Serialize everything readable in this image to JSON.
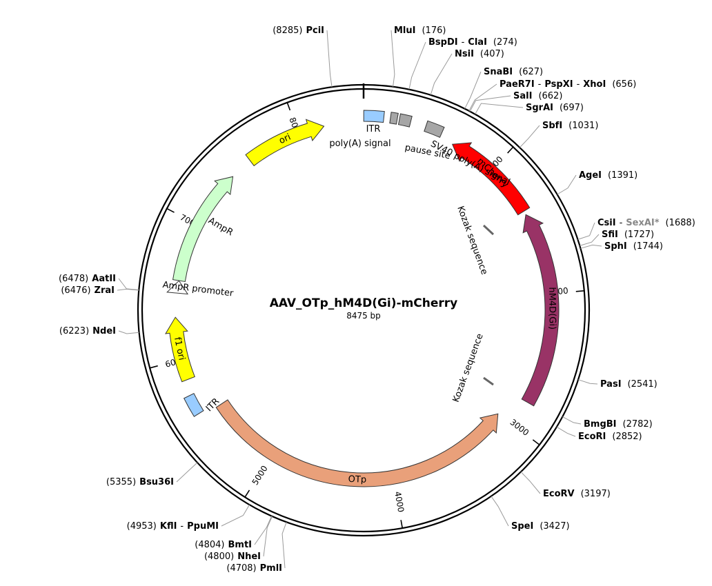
{
  "plasmid": {
    "name": "AAV_OTp_hM4D(Gi)-mCherry",
    "size_label": "8475 bp",
    "length": 8475
  },
  "ticks": [
    {
      "pos": 1000,
      "label": "1000"
    },
    {
      "pos": 2000,
      "label": "2000"
    },
    {
      "pos": 3000,
      "label": "3000"
    },
    {
      "pos": 4000,
      "label": "4000"
    },
    {
      "pos": 5000,
      "label": "5000"
    },
    {
      "pos": 6000,
      "label": "6000"
    },
    {
      "pos": 7000,
      "label": "7000"
    },
    {
      "pos": 8000,
      "label": "8000"
    }
  ],
  "features": [
    {
      "id": "itr1",
      "label": "ITR",
      "start": 1,
      "end": 141,
      "type": "box",
      "color": "#99ccff"
    },
    {
      "id": "polya",
      "label": "poly(A) signal",
      "start": 187,
      "end": 235,
      "type": "box",
      "color": "#a6a6a6"
    },
    {
      "id": "pause",
      "label": "pause site",
      "start": 250,
      "end": 330,
      "type": "box",
      "color": "#a6a6a6"
    },
    {
      "id": "sv40",
      "label": "SV40 poly(A) signal",
      "start": 440,
      "end": 560,
      "type": "box",
      "color": "#a6a6a6"
    },
    {
      "id": "mcherry",
      "label": "mCherry",
      "start": 662,
      "end": 1372,
      "type": "arrow",
      "dir": -1,
      "color": "#ff0000",
      "text_color": "#ffffff"
    },
    {
      "id": "hm4d",
      "label": "hM4D(Gi)",
      "start": 1400,
      "end": 2810,
      "type": "arrow",
      "dir": -1,
      "color": "#993366",
      "text_color": "#ffffff"
    },
    {
      "id": "otp",
      "label": "OTp",
      "start": 3005,
      "end": 5570,
      "type": "arrow",
      "dir": -1,
      "color": "#e9a07a",
      "text_color": "#000000"
    },
    {
      "id": "itr2",
      "label": "ITR",
      "start": 5600,
      "end": 5741,
      "type": "box",
      "color": "#99ccff"
    },
    {
      "id": "f1ori",
      "label": "f1 ori",
      "start": 5850,
      "end": 6306,
      "type": "arrow",
      "dir": 1,
      "color": "#ffff00",
      "text_color": "#000000"
    },
    {
      "id": "ampprom",
      "label": "AmpR promoter",
      "start": 6480,
      "end": 6570,
      "type": "arrow",
      "dir": 1,
      "color": "#ffffff",
      "text_color": "#000000"
    },
    {
      "id": "ampr",
      "label": "AmpR",
      "start": 6571,
      "end": 7431,
      "type": "arrow",
      "dir": 1,
      "color": "#ccffcc",
      "text_color": "#000000"
    },
    {
      "id": "ori",
      "label": "ori",
      "start": 7600,
      "end": 8189,
      "type": "arrow",
      "dir": 1,
      "color": "#ffff00",
      "text_color": "#000000"
    }
  ],
  "kozak": [
    {
      "label": "Kozak sequence",
      "pos": 1378
    },
    {
      "label": "Kozak sequence",
      "pos": 2815
    }
  ],
  "sites": [
    {
      "pos": 8285,
      "parts": [
        {
          "t": "(8285)",
          "c": "pos"
        },
        {
          "t": "PciI",
          "c": "name"
        }
      ]
    },
    {
      "pos": 176,
      "parts": [
        {
          "t": "MluI",
          "c": "name"
        },
        {
          "t": "(176)",
          "c": "pos"
        }
      ]
    },
    {
      "pos": 274,
      "parts": [
        {
          "t": "BspDI",
          "c": "name"
        },
        {
          "t": "-",
          "c": "sep"
        },
        {
          "t": "ClaI",
          "c": "name"
        },
        {
          "t": "(274)",
          "c": "pos"
        }
      ]
    },
    {
      "pos": 407,
      "parts": [
        {
          "t": "NsiI",
          "c": "name"
        },
        {
          "t": "(407)",
          "c": "pos"
        }
      ]
    },
    {
      "pos": 627,
      "parts": [
        {
          "t": "SnaBI",
          "c": "name"
        },
        {
          "t": "(627)",
          "c": "pos"
        }
      ]
    },
    {
      "pos": 656,
      "parts": [
        {
          "t": "PaeR7I",
          "c": "name"
        },
        {
          "t": "-",
          "c": "sep"
        },
        {
          "t": "PspXI",
          "c": "name"
        },
        {
          "t": "-",
          "c": "sep"
        },
        {
          "t": "XhoI",
          "c": "name"
        },
        {
          "t": "(656)",
          "c": "pos"
        }
      ]
    },
    {
      "pos": 662,
      "parts": [
        {
          "t": "SalI",
          "c": "name"
        },
        {
          "t": "(662)",
          "c": "pos"
        }
      ]
    },
    {
      "pos": 697,
      "parts": [
        {
          "t": "SgrAI",
          "c": "name"
        },
        {
          "t": "(697)",
          "c": "pos"
        }
      ]
    },
    {
      "pos": 1031,
      "parts": [
        {
          "t": "SbfI",
          "c": "name"
        },
        {
          "t": "(1031)",
          "c": "pos"
        }
      ]
    },
    {
      "pos": 1391,
      "parts": [
        {
          "t": "AgeI",
          "c": "name"
        },
        {
          "t": "(1391)",
          "c": "pos"
        }
      ]
    },
    {
      "pos": 1688,
      "parts": [
        {
          "t": "CsiI",
          "c": "name"
        },
        {
          "t": "-",
          "c": "sep"
        },
        {
          "t": "SexAI*",
          "c": "gray"
        },
        {
          "t": "(1688)",
          "c": "pos"
        }
      ]
    },
    {
      "pos": 1727,
      "parts": [
        {
          "t": "SfiI",
          "c": "name"
        },
        {
          "t": "(1727)",
          "c": "pos"
        }
      ]
    },
    {
      "pos": 1744,
      "parts": [
        {
          "t": "SphI",
          "c": "name"
        },
        {
          "t": "(1744)",
          "c": "pos"
        }
      ]
    },
    {
      "pos": 2541,
      "parts": [
        {
          "t": "PasI",
          "c": "name"
        },
        {
          "t": "(2541)",
          "c": "pos"
        }
      ]
    },
    {
      "pos": 2782,
      "parts": [
        {
          "t": "BmgBI",
          "c": "name"
        },
        {
          "t": "(2782)",
          "c": "pos"
        }
      ]
    },
    {
      "pos": 2852,
      "parts": [
        {
          "t": "EcoRI",
          "c": "name"
        },
        {
          "t": "(2852)",
          "c": "pos"
        }
      ]
    },
    {
      "pos": 3197,
      "parts": [
        {
          "t": "EcoRV",
          "c": "name"
        },
        {
          "t": "(3197)",
          "c": "pos"
        }
      ]
    },
    {
      "pos": 3427,
      "parts": [
        {
          "t": "SpeI",
          "c": "name"
        },
        {
          "t": "(3427)",
          "c": "pos"
        }
      ]
    },
    {
      "pos": 4708,
      "parts": [
        {
          "t": "(4708)",
          "c": "pos"
        },
        {
          "t": "PmlI",
          "c": "name"
        }
      ]
    },
    {
      "pos": 4800,
      "parts": [
        {
          "t": "(4800)",
          "c": "pos"
        },
        {
          "t": "NheI",
          "c": "name"
        }
      ]
    },
    {
      "pos": 4804,
      "parts": [
        {
          "t": "(4804)",
          "c": "pos"
        },
        {
          "t": "BmtI",
          "c": "name"
        }
      ]
    },
    {
      "pos": 4953,
      "parts": [
        {
          "t": "(4953)",
          "c": "pos"
        },
        {
          "t": "KflI",
          "c": "name"
        },
        {
          "t": "-",
          "c": "sep"
        },
        {
          "t": "PpuMI",
          "c": "name"
        }
      ]
    },
    {
      "pos": 5355,
      "parts": [
        {
          "t": "(5355)",
          "c": "pos"
        },
        {
          "t": "Bsu36I",
          "c": "name"
        }
      ]
    },
    {
      "pos": 6223,
      "parts": [
        {
          "t": "(6223)",
          "c": "pos"
        },
        {
          "t": "NdeI",
          "c": "name"
        }
      ]
    },
    {
      "pos": 6476,
      "parts": [
        {
          "t": "(6476)",
          "c": "pos"
        },
        {
          "t": "ZraI",
          "c": "name"
        }
      ]
    },
    {
      "pos": 6478,
      "parts": [
        {
          "t": "(6478)",
          "c": "pos"
        },
        {
          "t": "AatII",
          "c": "name"
        }
      ]
    }
  ]
}
